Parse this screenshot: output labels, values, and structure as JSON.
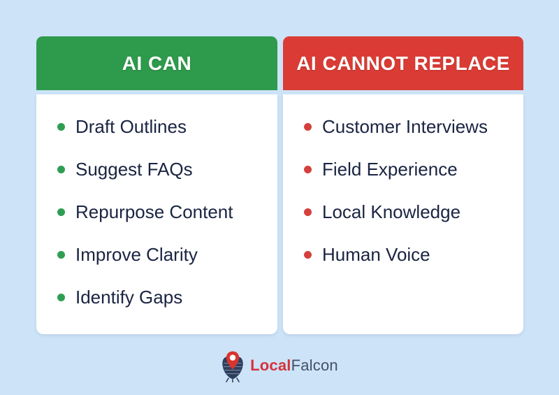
{
  "page": {
    "background_color": "#cde3f7",
    "text_color": "#1a2442"
  },
  "comparison": {
    "columns": [
      {
        "id": "ai-can",
        "header_label": "AI CAN",
        "header_color": "#2e9a4c",
        "bullet_color": "#2f9e52",
        "items": [
          "Draft Outlines",
          "Suggest FAQs",
          "Repurpose Content",
          "Improve Clarity",
          "Identify Gaps"
        ]
      },
      {
        "id": "ai-cannot-replace",
        "header_label": "AI CANNOT REPLACE",
        "header_color": "#da3c35",
        "bullet_color": "#d4403c",
        "items": [
          "Customer Interviews",
          "Field Experience",
          "Local Knowledge",
          "Human Voice"
        ]
      }
    ]
  },
  "footer": {
    "brand_primary": "Local",
    "brand_secondary": "Falcon",
    "brand_primary_color": "#d5333a",
    "brand_secondary_color": "#44506a",
    "logo_icon": "localfalcon-pin-falcon-icon"
  }
}
